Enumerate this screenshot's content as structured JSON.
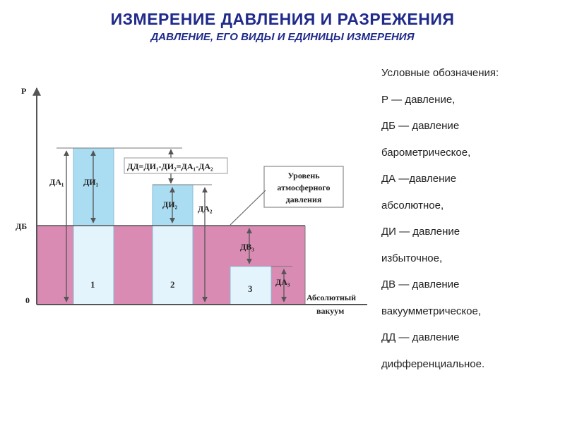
{
  "header": {
    "title": "ИЗМЕРЕНИЕ ДАВЛЕНИЯ И РАЗРЕЖЕНИЯ",
    "subtitle": "ДАВЛЕНИЕ, ЕГО ВИДЫ И ЕДИНИЦЫ ИЗМЕРЕНИЯ"
  },
  "legend": {
    "heading": "Условные обозначения:",
    "lines": [
      "Р — давление,",
      "ДБ — давление",
      "барометрическое,",
      "ДА —давление",
      "абсолютное,",
      "ДИ — давление",
      "избыточное,",
      "ДВ — давление",
      "вакуумметрическое,",
      "ДД — давление",
      "дифференциальное."
    ]
  },
  "diagram": {
    "axis_y_label": "Р",
    "level_db": "ДБ",
    "level_zero": "0",
    "baseline_label_1": "Абсолютный",
    "baseline_label_2": "вакуум",
    "callout_line_1": "Уровень",
    "callout_line_2": "атмосферного",
    "callout_line_3": "давления",
    "formula": "ДД=ДИ₁-ДИ₂=ДА₁-ДА₂",
    "col1_label": "1",
    "col2_label": "2",
    "col3_label": "3",
    "di1": "ДИ₁",
    "di2": "ДИ₂",
    "da1": "ДА₁",
    "da2": "ДА₂",
    "da3": "ДА₃",
    "dv3": "ДВ₃",
    "colors": {
      "pink": "#d98bb3",
      "light_blue": "#aadcf2",
      "pale_blue": "#e3f4fc",
      "arrow": "#555555"
    }
  }
}
